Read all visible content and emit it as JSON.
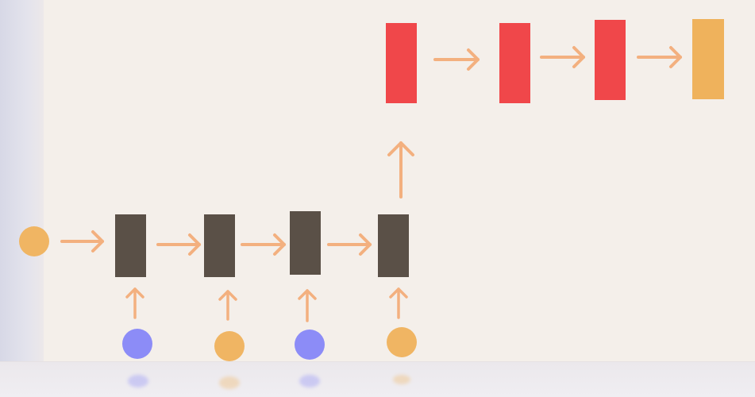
{
  "colors": {
    "background": "#f4efea",
    "encoder_block": "#5a5047",
    "decoder_block": "#f0474a",
    "output_block": "#efb25c",
    "arrow": "#f3b07f",
    "token_orange": "#f0b563",
    "token_blue": "#8c8cf7"
  },
  "icons": {
    "token": "circle-token-icon",
    "arrow": "right-arrow-icon"
  },
  "diagram": {
    "encoder_block_count": 4,
    "decoder_block_count": 3,
    "output_block_count": 1,
    "input_token_colors": [
      "blue",
      "orange",
      "blue",
      "orange"
    ],
    "initial_state_color": "orange"
  }
}
